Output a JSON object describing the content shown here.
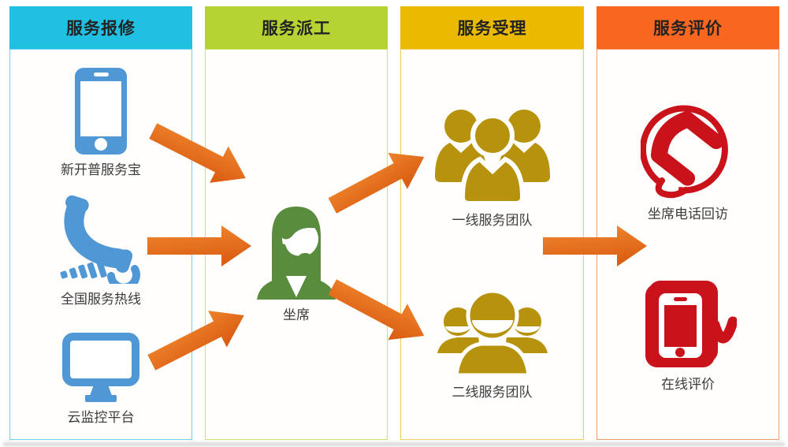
{
  "diagram": {
    "type": "service-workflow",
    "columns": [
      {
        "title": "服务报修",
        "header_color": "#1FC0E1",
        "items": [
          {
            "icon": "smartphone-icon",
            "label": "新开普服务宝"
          },
          {
            "icon": "hotline-phone-icon",
            "label": "全国服务热线"
          },
          {
            "icon": "monitor-icon",
            "label": "云监控平台"
          }
        ]
      },
      {
        "title": "服务派工",
        "header_color": "#B5D433",
        "items": [
          {
            "icon": "agent-headset-icon",
            "label": "坐席"
          }
        ]
      },
      {
        "title": "服务受理",
        "header_color": "#EBBA00",
        "items": [
          {
            "icon": "team-group-icon",
            "label": "一线服务团队"
          },
          {
            "icon": "team-smile-icon",
            "label": "二线服务团队"
          }
        ]
      },
      {
        "title": "服务评价",
        "header_color": "#F9661F",
        "items": [
          {
            "icon": "phone-callback-icon",
            "label": "坐席电话回访"
          },
          {
            "icon": "mobile-review-icon",
            "label": "在线评价"
          }
        ]
      }
    ],
    "flows": [
      {
        "from": "新开普服务宝",
        "to": "坐席"
      },
      {
        "from": "全国服务热线",
        "to": "坐席"
      },
      {
        "from": "云监控平台",
        "to": "坐席"
      },
      {
        "from": "坐席",
        "to": "一线服务团队"
      },
      {
        "from": "坐席",
        "to": "二线服务团队"
      },
      {
        "from": "服务受理",
        "to": "服务评价"
      }
    ],
    "colors": {
      "icon_blue": "#4F97D5",
      "icon_green": "#5A8C3E",
      "icon_gold": "#B7930D",
      "icon_red": "#C9121A",
      "arrow_light": "#F18A30",
      "arrow_dark": "#DB5E13"
    }
  }
}
